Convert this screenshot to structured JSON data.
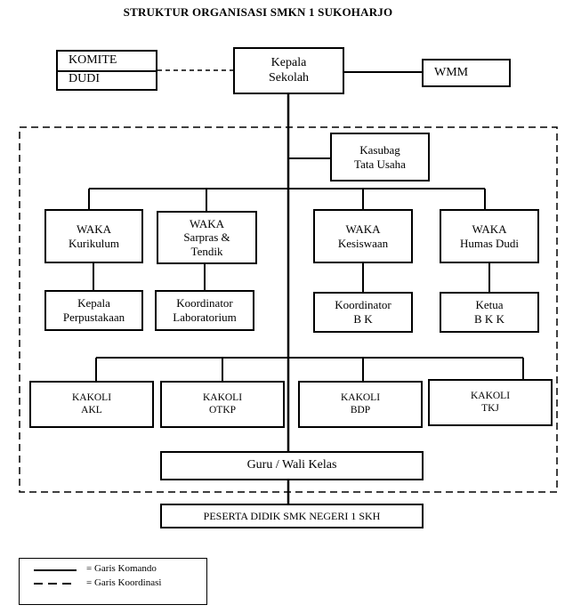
{
  "title": "STRUKTUR ORGANISASI SMKN 1 SUKOHARJO",
  "nodes": {
    "komite": "KOMITE",
    "dudi": "DUDI",
    "kepala_sekolah": [
      "Kepala",
      "Sekolah"
    ],
    "wmm": "WMM",
    "kasubag": [
      "Kasubag",
      "Tata Usaha"
    ],
    "waka_kurikulum": [
      "WAKA",
      "Kurikulum"
    ],
    "waka_sarpras": [
      "WAKA",
      "Sarpras &",
      "Tendik"
    ],
    "waka_kesiswaan": [
      "WAKA",
      "Kesiswaan"
    ],
    "waka_humas": [
      "WAKA",
      "Humas Dudi"
    ],
    "kepala_perpustakaan": [
      "Kepala",
      "Perpustakaan"
    ],
    "koordinator_laboratorium": [
      "Koordinator",
      "Laboratorium"
    ],
    "koordinator_bk": [
      "Koordinator",
      "B K"
    ],
    "ketua_bkk": [
      "Ketua",
      "B K K"
    ],
    "kakoli_akl": [
      "KAKOLI",
      "AKL"
    ],
    "kakoli_otkp": [
      "KAKOLI",
      "OTKP"
    ],
    "kakoli_bdp": [
      "KAKOLI",
      "BDP"
    ],
    "kakoli_tkj": [
      "KAKOLI",
      "TKJ"
    ],
    "guru_wali_kelas": "Guru / Wali Kelas",
    "peserta_didik": "PESERTA DIDIK SMK NEGERI 1 SKH"
  },
  "legend": {
    "komando": "= Garis Komando",
    "koordinasi": "= Garis Koordinasi"
  }
}
